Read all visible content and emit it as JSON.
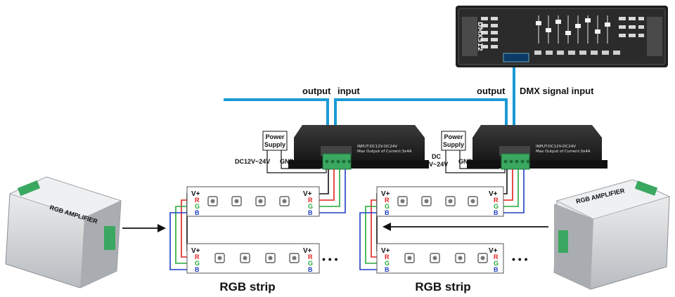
{
  "labels": {
    "output_left": "output",
    "input_left": "input",
    "output_right": "output",
    "dmx_signal_input": "DMX signal input",
    "rgb_strip_left": "RGB strip",
    "rgb_strip_right": "RGB strip",
    "dots_left": "• • •",
    "dots_right": "• • •"
  },
  "power_supply": {
    "line1": "Power",
    "line2": "Supply",
    "dc_left": "DC12V~24V",
    "dc_right_line1": "DC",
    "dc_right_line2": "12V~24V",
    "gnd": "GND"
  },
  "strip_pins": {
    "vplus": "V+",
    "r": "R",
    "g": "G",
    "b": "B"
  },
  "decoder": {
    "spec_line1": "INPUT:DC12V-DC24V",
    "spec_line2": "Max Output of Current:3x4A"
  },
  "amplifier": {
    "title": "RGB AMPLIFIER"
  },
  "controller": {
    "name": "DMX512"
  },
  "colors": {
    "dmx_cable": "#1a9ad6",
    "red_wire": "#e0201c",
    "green_wire": "#25a83a",
    "blue_wire": "#1f3fc4",
    "black_wire": "#111111",
    "decoder_body": "#1c1c1c",
    "terminal_green": "#3aa860"
  }
}
